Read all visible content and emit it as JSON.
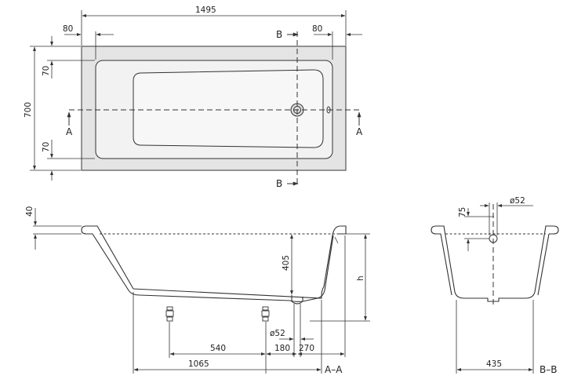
{
  "dimensions": {
    "overall_length": "1495",
    "rim_left": "80",
    "rim_right": "80",
    "width": "700",
    "rim_top": "70",
    "rim_bottom": "70",
    "rim_height": "40",
    "depth": "405",
    "height_label": "h",
    "drain_diameter_side": "ø52",
    "drain_diameter_section": "ø52",
    "offset_75": "75",
    "foot_540": "540",
    "foot_180": "180",
    "foot_270": "270",
    "foot_1065": "1065",
    "bottom_width": "435"
  },
  "sections": {
    "a_left": "A",
    "a_right": "A",
    "b_top": "B",
    "b_bottom": "B",
    "aa_label": "A–A",
    "bb_label": "B–B"
  },
  "colors": {
    "rim_fill": "#e4e4e4",
    "basin_fill": "#f3f3f3",
    "line": "#333333"
  }
}
